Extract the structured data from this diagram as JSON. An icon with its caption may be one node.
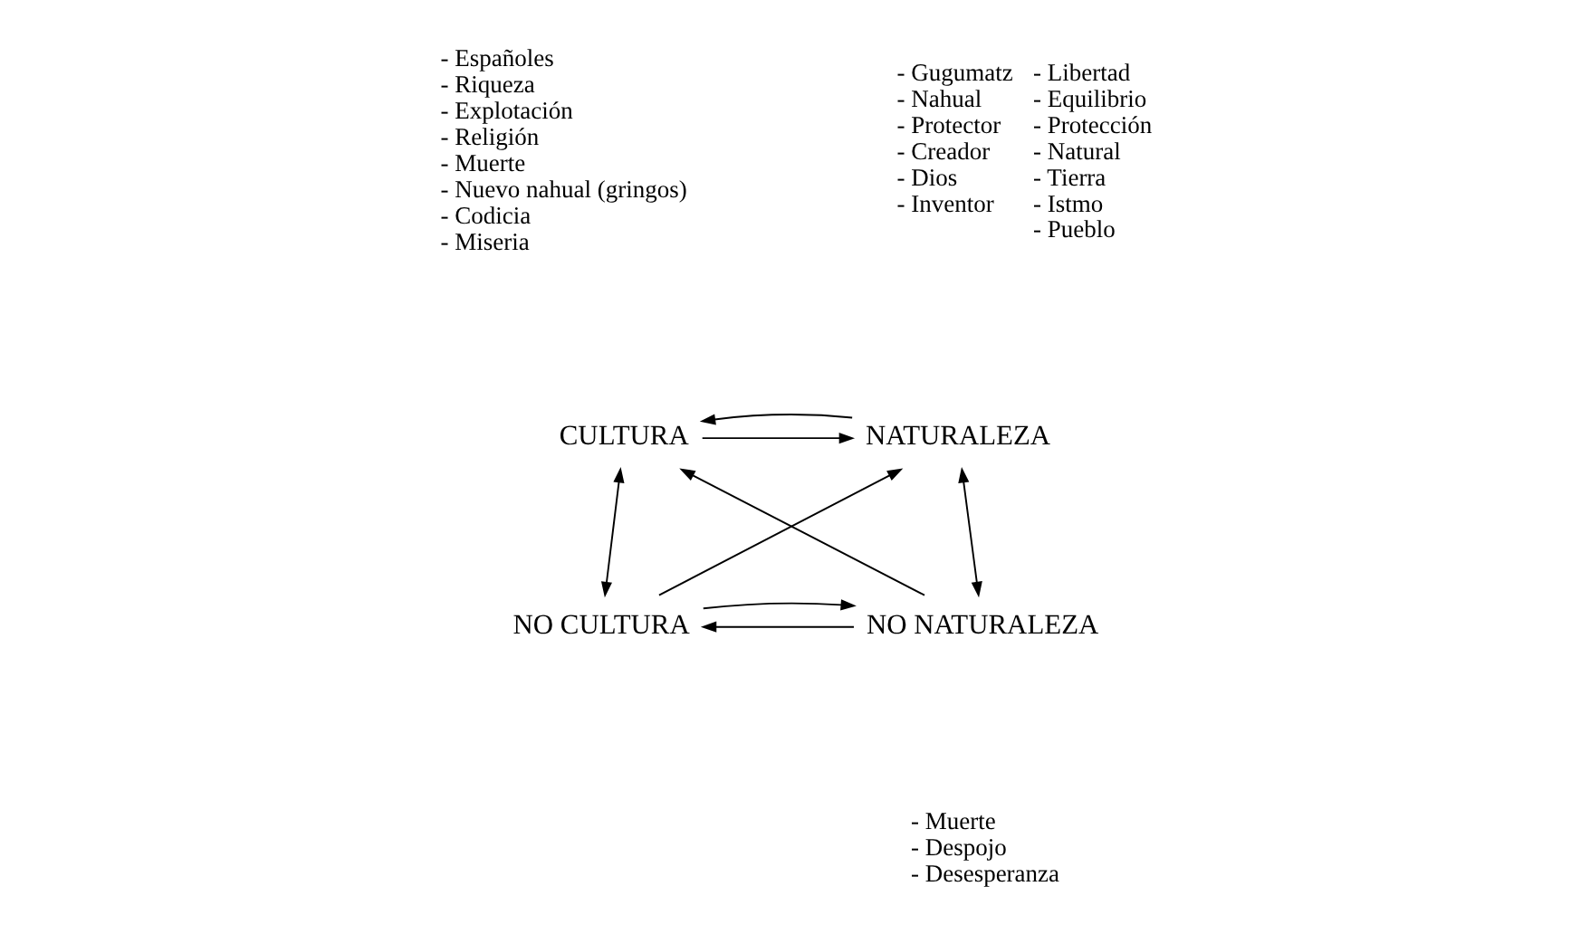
{
  "diagram": {
    "nodes": [
      {
        "text": [
          "NATURALEZA"
        ],
        "beside": [
          "- Gugumatz",
          "- Nahual",
          "- Protector",
          "- Creador",
          "- Dios",
          "- Inventor",
          "- Libertad",
          "- Equilibrio",
          "- Protección",
          "- Natural",
          "- Tierra",
          "- Istmo",
          "- Pueblo"
        ]
      },
      {
        "text": [
          "CULTURA"
        ],
        "beside": [
          "- Españoles",
          "- Riqueza",
          "- Explotación",
          "- Religión",
          "- Muerte",
          "- Nuevo nahual (gringos)",
          "- Codicia",
          "- Miseria"
        ]
      },
      {
        "text": [
          "NO CULTURA"
        ]
      },
      {
        "text": [
          "NO NATURALEZA"
        ],
        "beside": [
          "- Muerte",
          "- Despojo",
          "- Desesperanza"
        ]
      }
    ],
    "edges": [
      {
        "from": 1,
        "to": 0,
        "arrow": "to"
      },
      {
        "from": 0,
        "to": 1,
        "arrow": "to"
      },
      {
        "from": 2,
        "to": 0,
        "arrow": "to"
      },
      {
        "from": 3,
        "to": 1,
        "arrow": "to"
      },
      {
        "from": 0,
        "to": 3,
        "arrow": "both"
      },
      {
        "from": 1,
        "to": 2,
        "arrow": "both"
      },
      {
        "from": 3,
        "to": 2,
        "arrow": "to"
      },
      {
        "from": 2,
        "to": 3,
        "arrow": "to"
      }
    ]
  }
}
